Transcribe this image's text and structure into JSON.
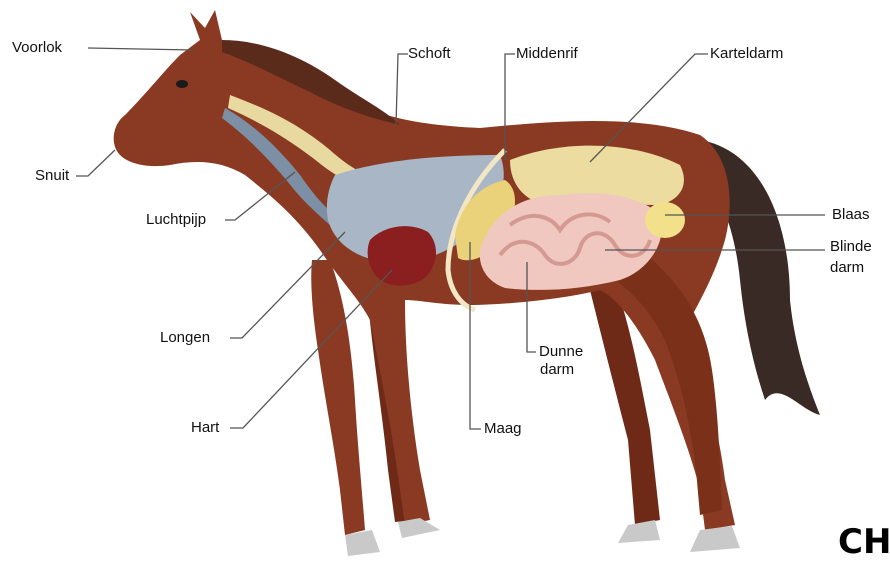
{
  "labels": {
    "voorlok": "Voorlok",
    "schoft": "Schoft",
    "middenrif": "Middenrif",
    "karteldarm": "Karteldarm",
    "snuit": "Snuit",
    "luchtpijp": "Luchtpijp",
    "blaas": "Blaas",
    "blindedarm_1": "Blinde",
    "blindedarm_2": "darm",
    "longen": "Longen",
    "dunnedarm_1": "Dunne",
    "dunnedarm_2": "darm",
    "hart": "Hart",
    "maag": "Maag"
  },
  "watermark": "CH",
  "colors": {
    "body": "#8a3a22",
    "body_shade": "#6e2a17",
    "lungs": "#a9b6c6",
    "heart": "#8b1e1e",
    "trachea": "#7c8fa4",
    "esophagus": "#e8d9a0",
    "stomach": "#e9d27a",
    "small_intestine": "#f0c8c0",
    "colon": "#ecdca0",
    "bladder": "#f2e08a",
    "tail": "#3a2a25",
    "hoof": "#c9c9c9",
    "leader_line": "#555555"
  }
}
